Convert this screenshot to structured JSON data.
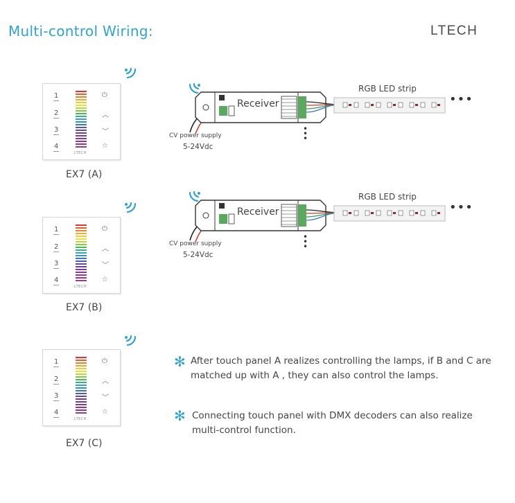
{
  "header": {
    "title": "Multi-control Wiring:",
    "brand": "LTECH"
  },
  "colors": {
    "accent": "#2fa3d2",
    "text": "#444444",
    "wire_red": "#d23b2e",
    "wire_green": "#2e9d55",
    "wire_blue": "#3a6fc7",
    "strip_pcb": "#f3f3f3",
    "terminal_green": "#5aa95e"
  },
  "panel_buttons": {
    "numbers": [
      "1",
      "2",
      "3",
      "4"
    ],
    "controls": [
      "power-icon",
      "chevron-up-icon",
      "chevron-down-icon",
      "star-icon"
    ],
    "mini_logo": "LTECH"
  },
  "panels": [
    {
      "id": "a",
      "label": "EX7 (A)"
    },
    {
      "id": "b",
      "label": "EX7 (B)"
    },
    {
      "id": "c",
      "label": "EX7 (C)"
    }
  ],
  "diagrams": [
    {
      "receiver_label": "Receiver",
      "strip_label": "RGB LED strip",
      "power_label": "CV power supply",
      "voltage_label": "5-24Vdc"
    },
    {
      "receiver_label": "Receiver",
      "strip_label": "RGB LED strip",
      "power_label": "CV power supply",
      "voltage_label": "5-24Vdc"
    }
  ],
  "notes": [
    {
      "icon": "asterisk-icon",
      "text": "After touch panel A realizes controlling the lamps, if B and C are matched up with A , they can also control the lamps."
    },
    {
      "icon": "asterisk-icon",
      "text": "Connecting touch panel with DMX decoders can also realize multi-control function."
    }
  ]
}
